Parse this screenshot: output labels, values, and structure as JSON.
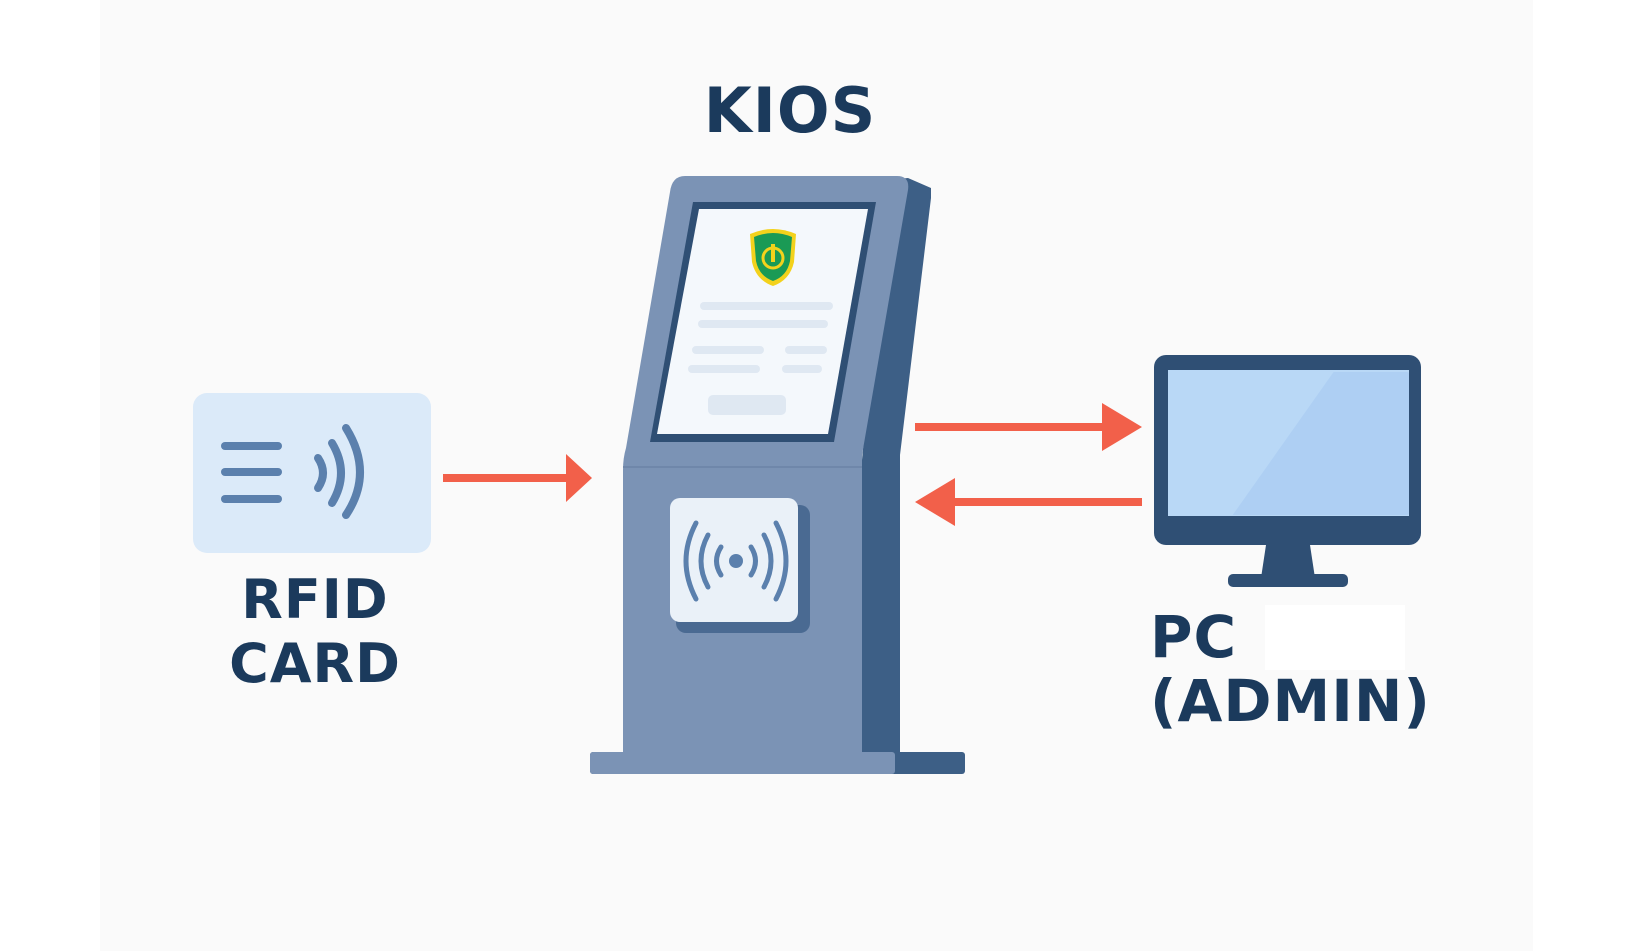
{
  "title": "KIOS",
  "rfid": {
    "line1": "RFID",
    "line2": "CARD"
  },
  "pc": {
    "line1": "PC",
    "line2": "(ADMIN)"
  },
  "colors": {
    "text": "#1b3a5c",
    "arrow": "#f2604a",
    "kiosk_front": "#7b93b5",
    "kiosk_side": "#3d5f86",
    "screen_frame": "#2f4f74",
    "card_bg": "#dbeaf9",
    "monitor_screen": "#b9d8f6",
    "emblem_green": "#1a9a55",
    "emblem_yellow": "#f3d21c"
  },
  "icons": {
    "card": "rfid-card-icon",
    "kiosk": "kiosk-icon",
    "monitor": "monitor-icon",
    "reader": "nfc-reader-icon",
    "emblem": "shield-emblem-icon"
  }
}
